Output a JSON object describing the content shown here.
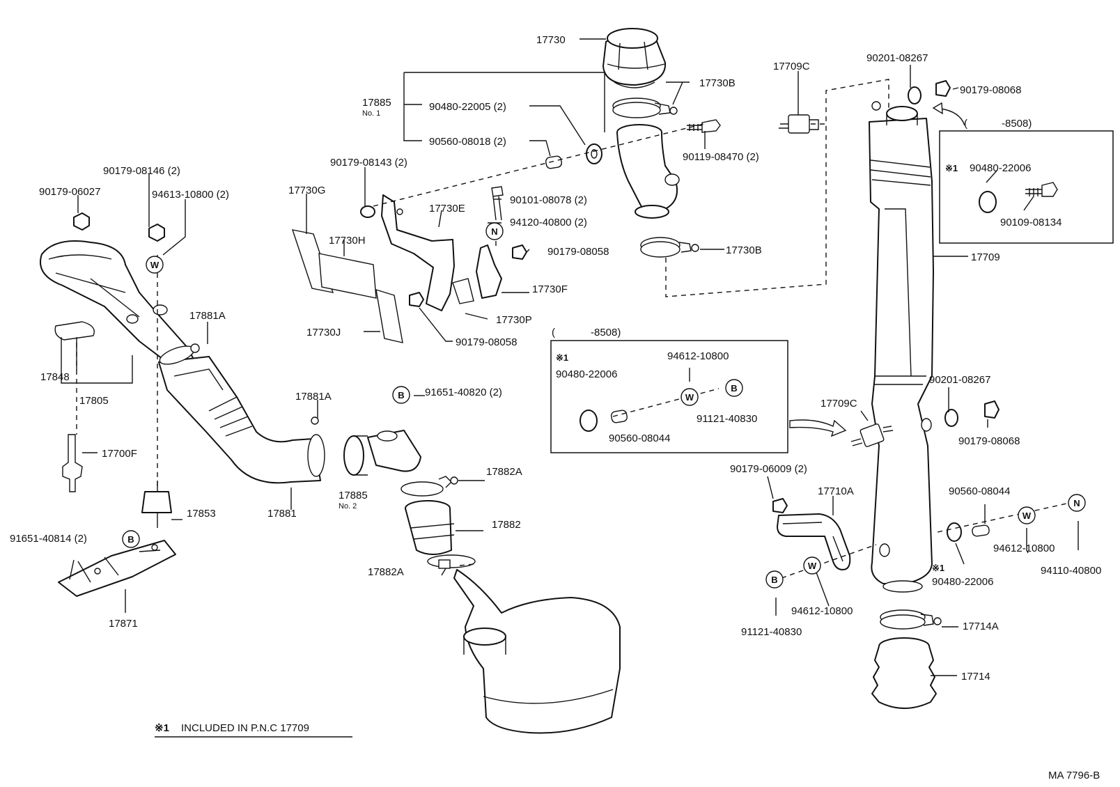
{
  "parts": [
    {
      "id": "p17730",
      "text": "17730"
    },
    {
      "id": "p17730B_top",
      "text": "17730B"
    },
    {
      "id": "p17709C_top",
      "text": "17709C"
    },
    {
      "id": "p90201_top",
      "text": "90201-08267"
    },
    {
      "id": "p90179_08068_top",
      "text": "90179-08068"
    },
    {
      "id": "p17885_no1",
      "text": "17885"
    },
    {
      "id": "p17885_no1_sub",
      "text": "No. 1"
    },
    {
      "id": "p90480_22005",
      "text": "90480-22005 (2)"
    },
    {
      "id": "p90560_08018",
      "text": "90560-08018 (2)"
    },
    {
      "id": "p90119_08470",
      "text": "90119-08470 (2)"
    },
    {
      "id": "p8508_top_paren",
      "text": "("
    },
    {
      "id": "p8508_top",
      "text": "-8508)"
    },
    {
      "id": "p90179_08143",
      "text": "90179-08143 (2)"
    },
    {
      "id": "p90101_08078",
      "text": "90101-08078 (2)"
    },
    {
      "id": "p90179_08146",
      "text": "90179-08146 (2)"
    },
    {
      "id": "p94613_10800",
      "text": "94613-10800 (2)"
    },
    {
      "id": "p90179_06027",
      "text": "90179-06027"
    },
    {
      "id": "p17730G",
      "text": "17730G"
    },
    {
      "id": "p17730E",
      "text": "17730E"
    },
    {
      "id": "p94120_40800",
      "text": "94120-40800 (2)"
    },
    {
      "id": "p17730H",
      "text": "17730H"
    },
    {
      "id": "p90179_08058_a",
      "text": "90179-08058"
    },
    {
      "id": "p17730B_mid",
      "text": "17730B"
    },
    {
      "id": "p90480_22006_box1",
      "text": "90480-22006"
    },
    {
      "id": "p90109_08134",
      "text": "90109-08134"
    },
    {
      "id": "p17709",
      "text": "17709"
    },
    {
      "id": "p17730F",
      "text": "17730F"
    },
    {
      "id": "p17730P",
      "text": "17730P"
    },
    {
      "id": "p17881A_a",
      "text": "17881A"
    },
    {
      "id": "p17730J",
      "text": "17730J"
    },
    {
      "id": "p90179_08058_b",
      "text": "90179-08058"
    },
    {
      "id": "p8508_mid_paren",
      "text": "("
    },
    {
      "id": "p8508_mid",
      "text": "-8508)"
    },
    {
      "id": "p94612_10800_box2",
      "text": "94612-10800"
    },
    {
      "id": "p90480_22006_box2",
      "text": "90480-22006"
    },
    {
      "id": "p17848",
      "text": "17848"
    },
    {
      "id": "p17805",
      "text": "17805"
    },
    {
      "id": "p17881A_b",
      "text": "17881A"
    },
    {
      "id": "p91651_40820",
      "text": "91651-40820 (2)"
    },
    {
      "id": "p90201_mid",
      "text": "90201-08267"
    },
    {
      "id": "p17709C_mid",
      "text": "17709C"
    },
    {
      "id": "p91121_40830_box2",
      "text": "91121-40830"
    },
    {
      "id": "p90560_08044_box2",
      "text": "90560-08044"
    },
    {
      "id": "p90179_08068_mid",
      "text": "90179-08068"
    },
    {
      "id": "p17700F",
      "text": "17700F"
    },
    {
      "id": "p90179_06009",
      "text": "90179-06009 (2)"
    },
    {
      "id": "p17882A_a",
      "text": "17882A"
    },
    {
      "id": "p17710A",
      "text": "17710A"
    },
    {
      "id": "p90560_08044_b",
      "text": "90560-08044"
    },
    {
      "id": "p17885_no2",
      "text": "17885"
    },
    {
      "id": "p17885_no2_sub",
      "text": "No. 2"
    },
    {
      "id": "p17853",
      "text": "17853"
    },
    {
      "id": "p17881",
      "text": "17881"
    },
    {
      "id": "p17882",
      "text": "17882"
    },
    {
      "id": "p91651_40814",
      "text": "91651-40814 (2)"
    },
    {
      "id": "p94612_10800_b",
      "text": "94612-10800"
    },
    {
      "id": "p94110_40800",
      "text": "94110-40800"
    },
    {
      "id": "p90480_22006_b",
      "text": "90480-22006"
    },
    {
      "id": "p17882A_b",
      "text": "17882A"
    },
    {
      "id": "p94612_10800_c",
      "text": "94612-10800"
    },
    {
      "id": "p17871",
      "text": "17871"
    },
    {
      "id": "p17714A",
      "text": "17714A"
    },
    {
      "id": "p91121_40830_b",
      "text": "91121-40830"
    },
    {
      "id": "p17714",
      "text": "17714"
    }
  ],
  "markers": {
    "ref1": "※1",
    "ref1_box1": "※1",
    "ref1_bottom": "※1",
    "W": "W",
    "N": "N",
    "B": "B"
  },
  "footnote": {
    "mark": "※1",
    "text": "INCLUDED IN P.N.C 17709"
  },
  "figure_code": "MA 7796-B"
}
